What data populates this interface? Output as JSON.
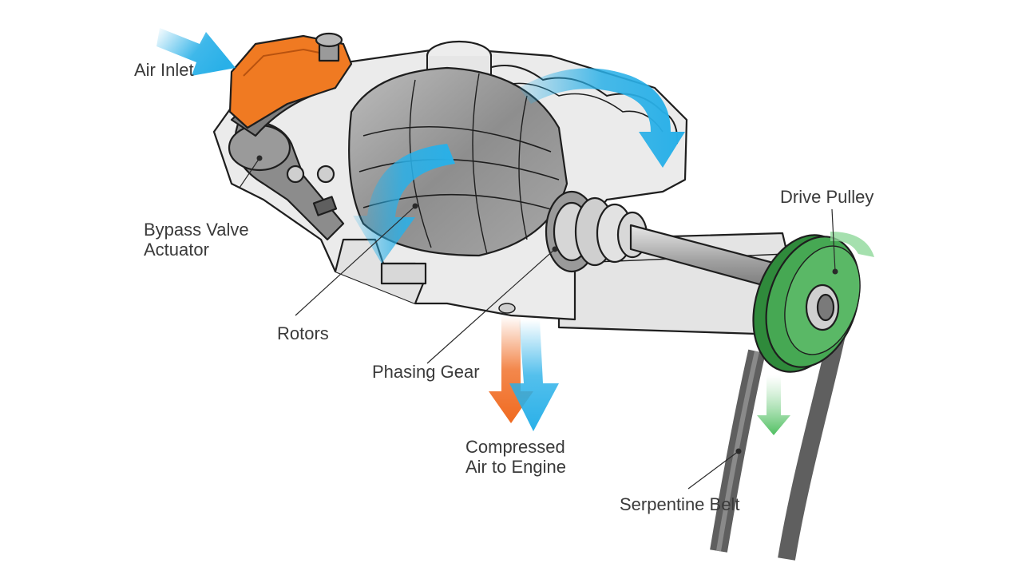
{
  "labels": {
    "air_inlet": "Air Inlet",
    "bypass_line1": "Bypass Valve",
    "bypass_line2": "Actuator",
    "rotors": "Rotors",
    "phasing_gear": "Phasing Gear",
    "compressed_line1": "Compressed",
    "compressed_line2": "Air to Engine",
    "drive_pulley": "Drive Pulley",
    "serpentine_belt": "Serpentine Belt"
  },
  "colors": {
    "air_flow": "#29b0e8",
    "hot_flow": "#f06a20",
    "actuator": "#f07a22",
    "pulley": "#3fa34d",
    "pulley_arrow": "#8fd89a",
    "belt": "#6a6a6a",
    "housing": "#e6e6e6",
    "rotor": "#9a9a9a"
  }
}
